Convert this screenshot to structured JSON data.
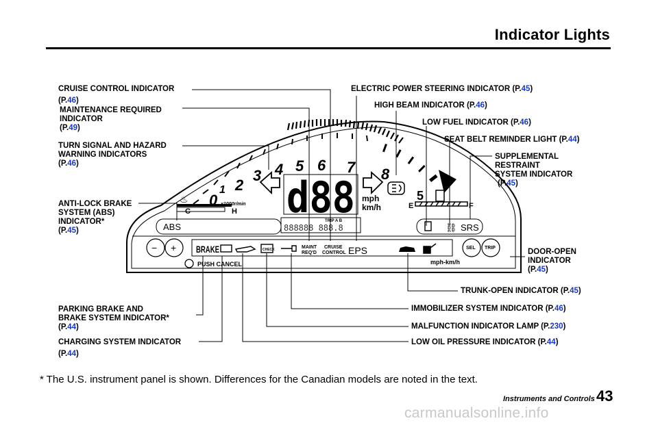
{
  "header": {
    "title": "Indicator Lights"
  },
  "callouts": {
    "cruise_control": {
      "lines": [
        "CRUISE CONTROL INDICATOR"
      ],
      "ref_prefix": "(P.",
      "ref": "46",
      "ref_suffix": ")"
    },
    "maintenance": {
      "lines": [
        "MAINTENANCE REQUIRED",
        "INDICATOR"
      ],
      "ref_prefix": "(P.",
      "ref": "49",
      "ref_suffix": ")"
    },
    "turn_signal": {
      "lines": [
        "TURN SIGNAL AND HAZARD",
        "WARNING INDICATORS"
      ],
      "ref_prefix": "(P.",
      "ref": "46",
      "ref_suffix": ")"
    },
    "abs": {
      "lines": [
        "ANTI-LOCK BRAKE",
        "SYSTEM (ABS)",
        "INDICATOR*"
      ],
      "ref_prefix": "(P.",
      "ref": "45",
      "ref_suffix": ")"
    },
    "parking_brake": {
      "lines": [
        "PARKING BRAKE AND",
        "BRAKE SYSTEM INDICATOR*"
      ],
      "ref_prefix": "(P.",
      "ref": "44",
      "ref_suffix": ")"
    },
    "charging": {
      "lines": [
        "CHARGING SYSTEM INDICATOR"
      ],
      "ref_prefix": "(P.",
      "ref": "44",
      "ref_suffix": ")"
    },
    "eps": {
      "text": "ELECTRIC POWER STEERING INDICATOR",
      "ref_prefix": " (P.",
      "ref": "45",
      "ref_suffix": ")"
    },
    "high_beam": {
      "text": "HIGH BEAM INDICATOR",
      "ref_prefix": " (P.",
      "ref": "46",
      "ref_suffix": ")"
    },
    "low_fuel": {
      "text": "LOW FUEL INDICATOR",
      "ref_prefix": " (P.",
      "ref": "46",
      "ref_suffix": ")"
    },
    "seat_belt": {
      "text": "SEAT BELT REMINDER LIGHT",
      "ref_prefix": " (P.",
      "ref": "44",
      "ref_suffix": ")"
    },
    "srs": {
      "lines": [
        "SUPPLEMENTAL",
        "RESTRAINT",
        "SYSTEM INDICATOR"
      ],
      "ref_prefix": "(P.",
      "ref": "45",
      "ref_suffix": ")"
    },
    "door_open": {
      "lines": [
        "DOOR-OPEN",
        "INDICATOR"
      ],
      "ref_prefix": "(P.",
      "ref": "45",
      "ref_suffix": ")"
    },
    "trunk_open": {
      "text": "TRUNK-OPEN INDICATOR",
      "ref_prefix": " (P.",
      "ref": "45",
      "ref_suffix": ")"
    },
    "immobilizer": {
      "text": "IMMOBILIZER SYSTEM INDICATOR",
      "ref_prefix": " (P.",
      "ref": "46",
      "ref_suffix": ")"
    },
    "malfunction": {
      "text": "MALFUNCTION INDICATOR LAMP",
      "ref_prefix": " (P.",
      "ref": "230",
      "ref_suffix": ")"
    },
    "low_oil": {
      "text": "LOW OIL PRESSURE INDICATOR",
      "ref_prefix": " (P.",
      "ref": "44",
      "ref_suffix": ")"
    }
  },
  "dash": {
    "tach_numbers": [
      "0",
      "1",
      "2",
      "3",
      "4",
      "5",
      "6",
      "7",
      "8"
    ],
    "tach_unit": "x1000r/min",
    "digital_speed": "d88",
    "speed_unit_top": "mph",
    "speed_unit_bottom": "km/h",
    "odo_text": "888888  888.8",
    "trip_label": "TRIP A B",
    "temp_cold": "C",
    "temp_hot": "H",
    "fuel_empty": "E",
    "fuel_full": "F",
    "abs_label": "ABS",
    "srs_label": "SRS",
    "brake_label": "BRAKE",
    "maint_label_1": "MAINT",
    "maint_label_2": "REQ'D",
    "cruise_label_1": "CRUISE",
    "cruise_label_2": "CONTROL",
    "eps_label": "EPS",
    "push_cancel": "PUSH CANCEL",
    "mph_kmh": "mph-km/h",
    "minus_btn": "−",
    "plus_btn": "+",
    "sel_btn": "SEL",
    "trip_btn": "TRIP",
    "check_label": "CHECK"
  },
  "footer": {
    "footnote": "* The U.S. instrument panel is shown. Differences for the Canadian models are noted in the text.",
    "section": "Instruments and Controls",
    "page_number": "43",
    "watermark": "carmanualsonline.info"
  }
}
